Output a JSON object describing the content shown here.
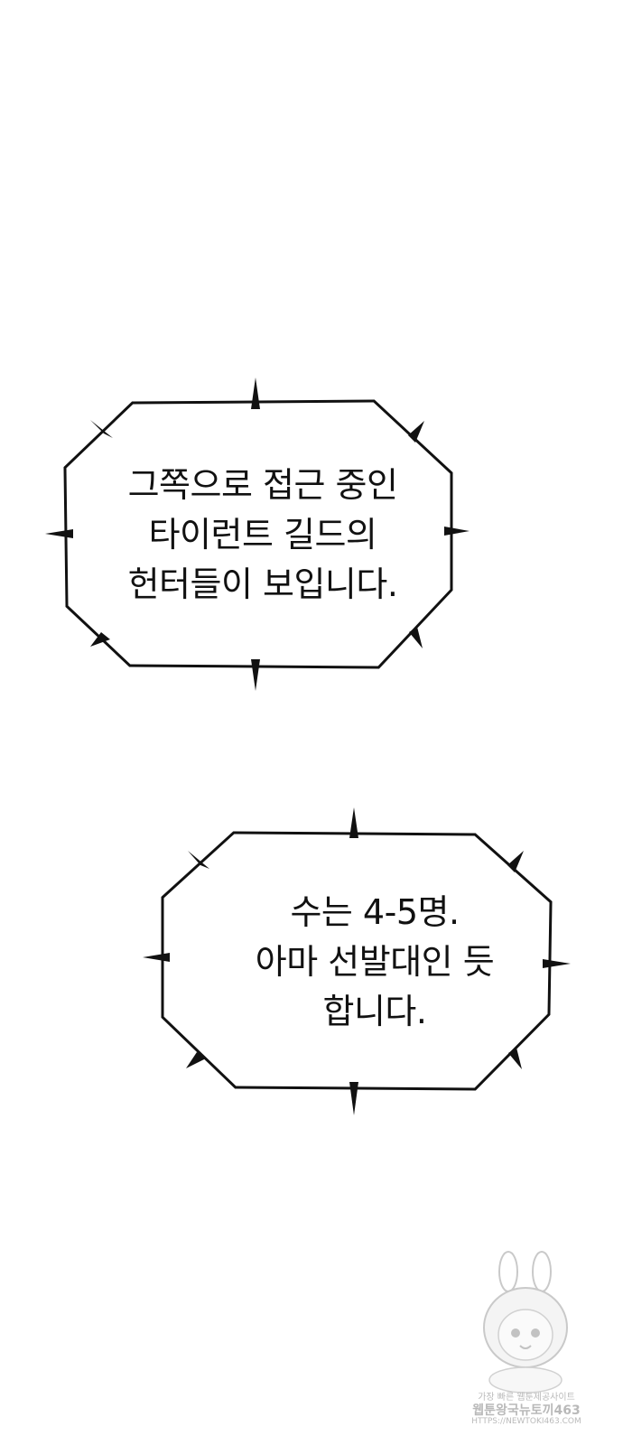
{
  "bubbles": [
    {
      "lines": [
        "그쪽으로 접근 중인",
        "타이런트 길드의",
        "헌터들이 보입니다."
      ]
    },
    {
      "lines": [
        "수는 4-5명.",
        "아마 선발대인 듯",
        "합니다."
      ]
    }
  ],
  "watermark": {
    "line1": "가장 빠른 웹툰제공사이트",
    "line2": "웹툰왕국뉴토끼463",
    "line3": "HTTPS://NEWTOKI463.COM"
  }
}
